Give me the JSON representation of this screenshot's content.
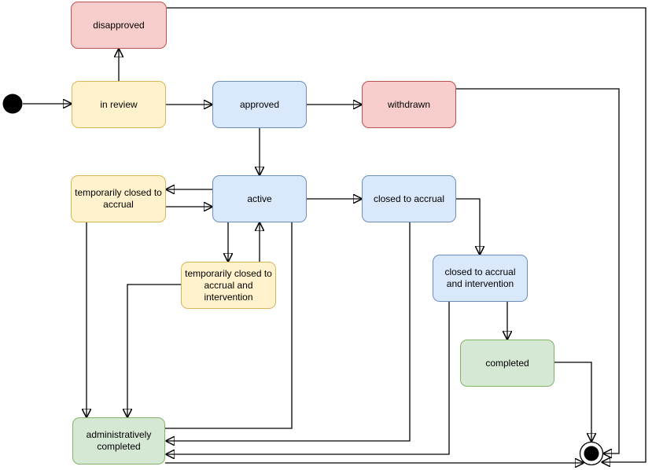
{
  "diagram": {
    "type": "uml-state-machine",
    "background": "#FFFFFF",
    "palette": {
      "red": {
        "fill": "#F8CECC",
        "stroke": "#B85450"
      },
      "yellow": {
        "fill": "#FFF2CC",
        "stroke": "#D6B656"
      },
      "blue": {
        "fill": "#DAE8FC",
        "stroke": "#6C8EBF"
      },
      "green": {
        "fill": "#D5E8D4",
        "stroke": "#82B366"
      },
      "edge": "#000000",
      "text": "#000000",
      "pseudo_state": "#000000"
    },
    "states": [
      {
        "id": "disapproved",
        "label": "disapproved",
        "color": "red",
        "lines": [
          "disapproved"
        ]
      },
      {
        "id": "in-review",
        "label": "in review",
        "color": "yellow",
        "lines": [
          "in review"
        ]
      },
      {
        "id": "approved",
        "label": "approved",
        "color": "blue",
        "lines": [
          "approved"
        ]
      },
      {
        "id": "withdrawn",
        "label": "withdrawn",
        "color": "red",
        "lines": [
          "withdrawn"
        ]
      },
      {
        "id": "temporarily-closed-to-accrual",
        "label": "temporarily closed to accrual",
        "color": "yellow",
        "lines": [
          "temporarily closed to",
          "accrual"
        ]
      },
      {
        "id": "active",
        "label": "active",
        "color": "blue",
        "lines": [
          "active"
        ]
      },
      {
        "id": "closed-to-accrual",
        "label": "closed to accrual",
        "color": "blue",
        "lines": [
          "closed to accrual"
        ]
      },
      {
        "id": "temporarily-closed-to-accrual-and-intervention",
        "label": "temporarily closed to accrual and intervention",
        "color": "yellow",
        "lines": [
          "temporarily closed to",
          "accrual and",
          "intervention"
        ]
      },
      {
        "id": "closed-to-accrual-and-intervention",
        "label": "closed to accrual and intervention",
        "color": "blue",
        "lines": [
          "closed to accrual",
          "and intervention"
        ]
      },
      {
        "id": "completed",
        "label": "completed",
        "color": "green",
        "lines": [
          "completed"
        ]
      },
      {
        "id": "administratively-completed",
        "label": "administratively completed",
        "color": "green",
        "lines": [
          "administratively",
          "completed"
        ]
      }
    ],
    "pseudo_states": [
      {
        "id": "start",
        "kind": "initial"
      },
      {
        "id": "end",
        "kind": "final"
      }
    ],
    "transitions": [
      {
        "from": "start",
        "to": "in-review",
        "arrow": "end"
      },
      {
        "from": "in-review",
        "to": "disapproved",
        "arrow": "end"
      },
      {
        "from": "in-review",
        "to": "approved",
        "arrow": "end"
      },
      {
        "from": "approved",
        "to": "withdrawn",
        "arrow": "end"
      },
      {
        "from": "approved",
        "to": "active",
        "arrow": "end"
      },
      {
        "from": "active",
        "to": "temporarily-closed-to-accrual",
        "arrow": "end"
      },
      {
        "from": "temporarily-closed-to-accrual",
        "to": "active",
        "arrow": "end"
      },
      {
        "from": "active",
        "to": "closed-to-accrual",
        "arrow": "end"
      },
      {
        "from": "active",
        "to": "temporarily-closed-to-accrual-and-intervention",
        "arrow": "end"
      },
      {
        "from": "temporarily-closed-to-accrual-and-intervention",
        "to": "active",
        "arrow": "end"
      },
      {
        "from": "closed-to-accrual",
        "to": "closed-to-accrual-and-intervention",
        "arrow": "end"
      },
      {
        "from": "closed-to-accrual-and-intervention",
        "to": "completed",
        "arrow": "end"
      },
      {
        "from": "completed",
        "to": "end",
        "arrow": "end"
      },
      {
        "from": "temporarily-closed-to-accrual",
        "to": "administratively-completed",
        "arrow": "end"
      },
      {
        "from": "temporarily-closed-to-accrual-and-intervention",
        "to": "administratively-completed",
        "arrow": "end"
      },
      {
        "from": "active",
        "to": "administratively-completed",
        "arrow": "none"
      },
      {
        "from": "closed-to-accrual",
        "to": "administratively-completed",
        "arrow": "end"
      },
      {
        "from": "closed-to-accrual-and-intervention",
        "to": "administratively-completed",
        "arrow": "end"
      },
      {
        "from": "administratively-completed",
        "to": "end",
        "arrow": "end"
      },
      {
        "from": "withdrawn",
        "to": "end",
        "arrow": "end"
      },
      {
        "from": "disapproved",
        "to": "end",
        "arrow": "end"
      }
    ]
  }
}
